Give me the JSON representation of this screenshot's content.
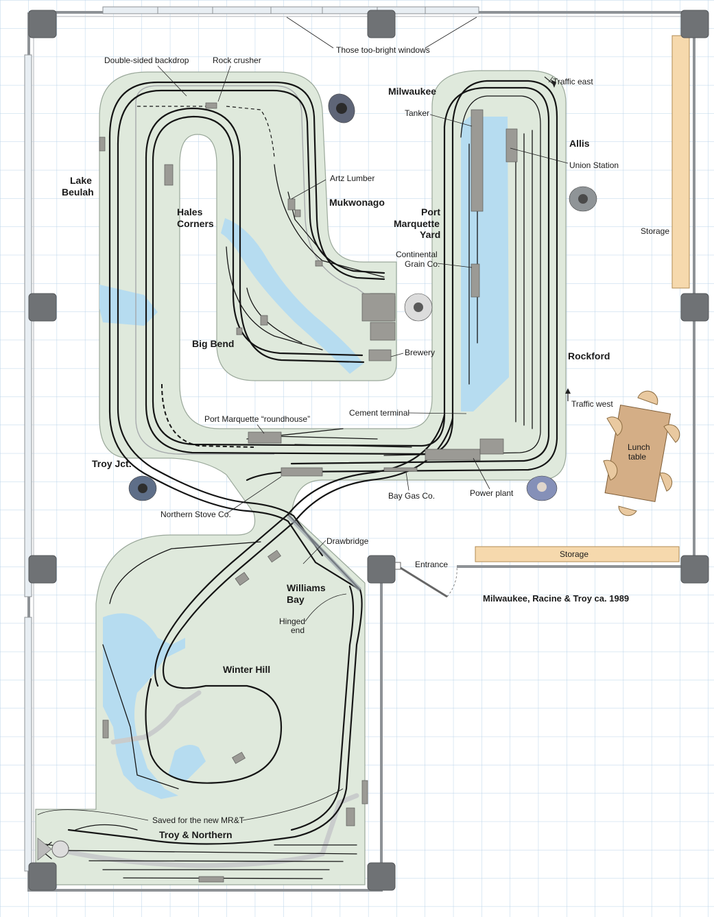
{
  "title": "Milwaukee, Racine & Troy ca. 1989",
  "colors": {
    "grid": "#b9d3ea",
    "benchwork": "#dfe9dc",
    "water": "#b6dcf0",
    "storage": "#f6d9ad",
    "table": "#d4ae86",
    "pillar": "#6f7275",
    "track": "#151515"
  },
  "town_labels": {
    "lake_beulah_1": "Lake",
    "lake_beulah_2": "Beulah",
    "hales_corners_1": "Hales",
    "hales_corners_2": "Corners",
    "mukwonago": "Mukwonago",
    "milwaukee": "Milwaukee",
    "port_marquette_1": "Port",
    "port_marquette_2": "Marquette",
    "port_marquette_3": "Yard",
    "allis": "Allis",
    "big_bend": "Big Bend",
    "rockford": "Rockford",
    "troy_jct": "Troy Jct.",
    "williams_bay_1": "Williams",
    "williams_bay_2": "Bay",
    "winter_hill": "Winter Hill",
    "troy_northern": "Troy & Northern"
  },
  "callouts": {
    "windows": "Those too-bright windows",
    "backdrop": "Double-sided backdrop",
    "rock_crusher": "Rock crusher",
    "artz_lumber": "Artz Lumber",
    "tanker": "Tanker",
    "traffic_east": "Traffic east",
    "union_station": "Union Station",
    "storage_right": "Storage",
    "continental_1": "Continental",
    "continental_2": "Grain Co.",
    "brewery": "Brewery",
    "cement_terminal": "Cement terminal",
    "traffic_west": "Traffic west",
    "roundhouse": "Port Marquette “roundhouse”",
    "lunch_1": "Lunch",
    "lunch_2": "table",
    "bay_gas": "Bay Gas Co.",
    "power_plant": "Power plant",
    "northern_stove": "Northern Stove Co.",
    "drawbridge": "Drawbridge",
    "storage_bottom": "Storage",
    "entrance": "Entrance",
    "hinged_1": "Hinged",
    "hinged_2": "end",
    "saved_mrt": "Saved for the new MR&T"
  }
}
